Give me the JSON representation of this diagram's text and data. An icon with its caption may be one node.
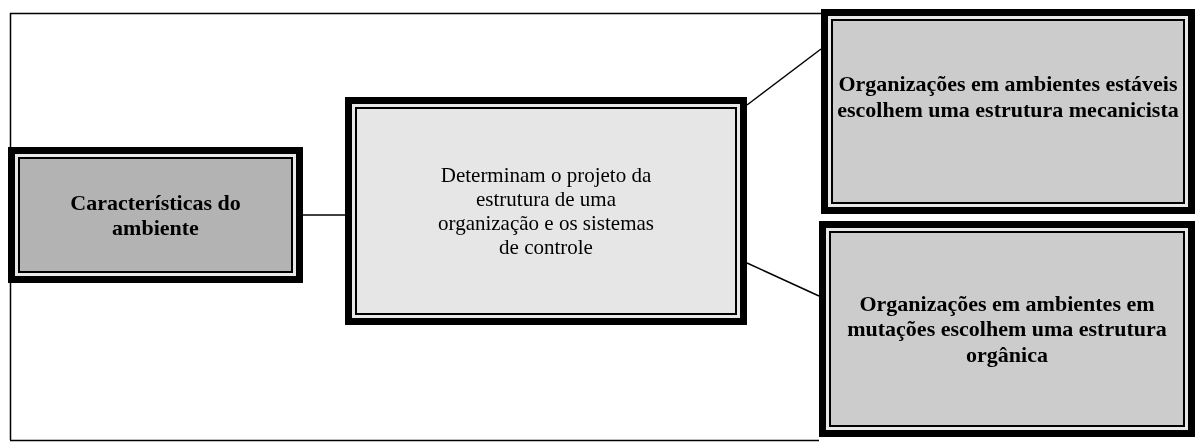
{
  "diagram": {
    "nodes": [
      {
        "text": [
          "Características do ambiente"
        ]
      },
      {
        "text": [
          "Determinam o projeto da estrutura de uma organização e os sistemas de controle"
        ]
      },
      {
        "text": [
          "Organizações em ambientes estáveis escolhem uma estrutura mecanicista"
        ]
      },
      {
        "text": [
          "Organizações em ambientes em mutações escolhem uma estrutura orgânica"
        ]
      }
    ],
    "edges": [
      {
        "from": 0,
        "to": 1,
        "arrow": "none"
      },
      {
        "from": 1,
        "to": 2,
        "arrow": "none"
      },
      {
        "from": 1,
        "to": 3,
        "arrow": "none"
      }
    ]
  }
}
